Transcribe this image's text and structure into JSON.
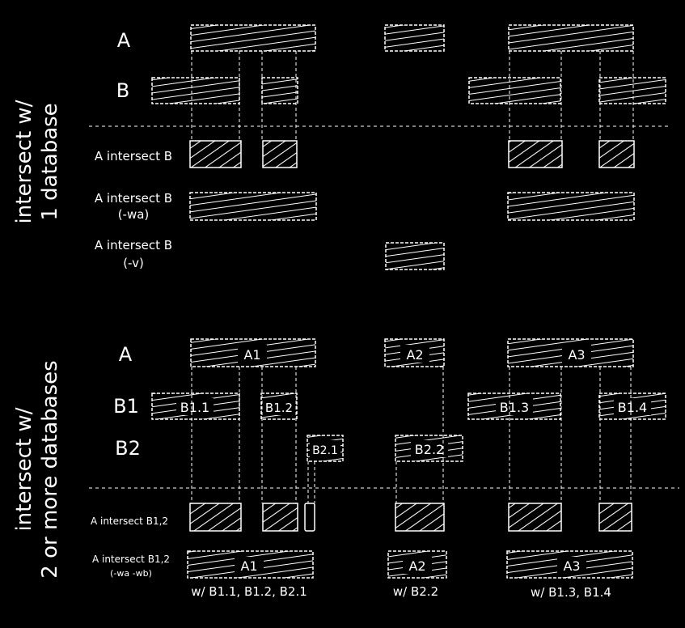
{
  "section1": {
    "side_label": [
      "intersect w/",
      "1 database"
    ],
    "rows": {
      "a": "A",
      "b": "B",
      "a_int_b": "A intersect B",
      "a_int_b_wa": [
        "A intersect B",
        "(-wa)"
      ],
      "a_int_b_v": [
        "A intersect B",
        "(-v)"
      ]
    }
  },
  "section2": {
    "side_label": [
      "intersect w/",
      "2 or more databases"
    ],
    "rows": {
      "a": "A",
      "b1": "B1",
      "b2": "B2",
      "a_int_b12": "A intersect B1,2",
      "a_int_b12_wa_wb": [
        "A intersect B1,2",
        "(-wa -wb)"
      ]
    },
    "labels": {
      "a1": "A1",
      "a2": "A2",
      "a3": "A3",
      "b1_1": "B1.1",
      "b1_2": "B1.2",
      "b1_3": "B1.3",
      "b1_4": "B1.4",
      "b2_1": "B2.1",
      "b2_2": "B2.2",
      "res_a1": "A1",
      "res_a2": "A2",
      "res_a3": "A3"
    },
    "captions": {
      "g1": "w/ B1.1, B1.2, B2.1",
      "g2": "w/ B2.2",
      "g3": "w/ B1.3, B1.4"
    }
  }
}
